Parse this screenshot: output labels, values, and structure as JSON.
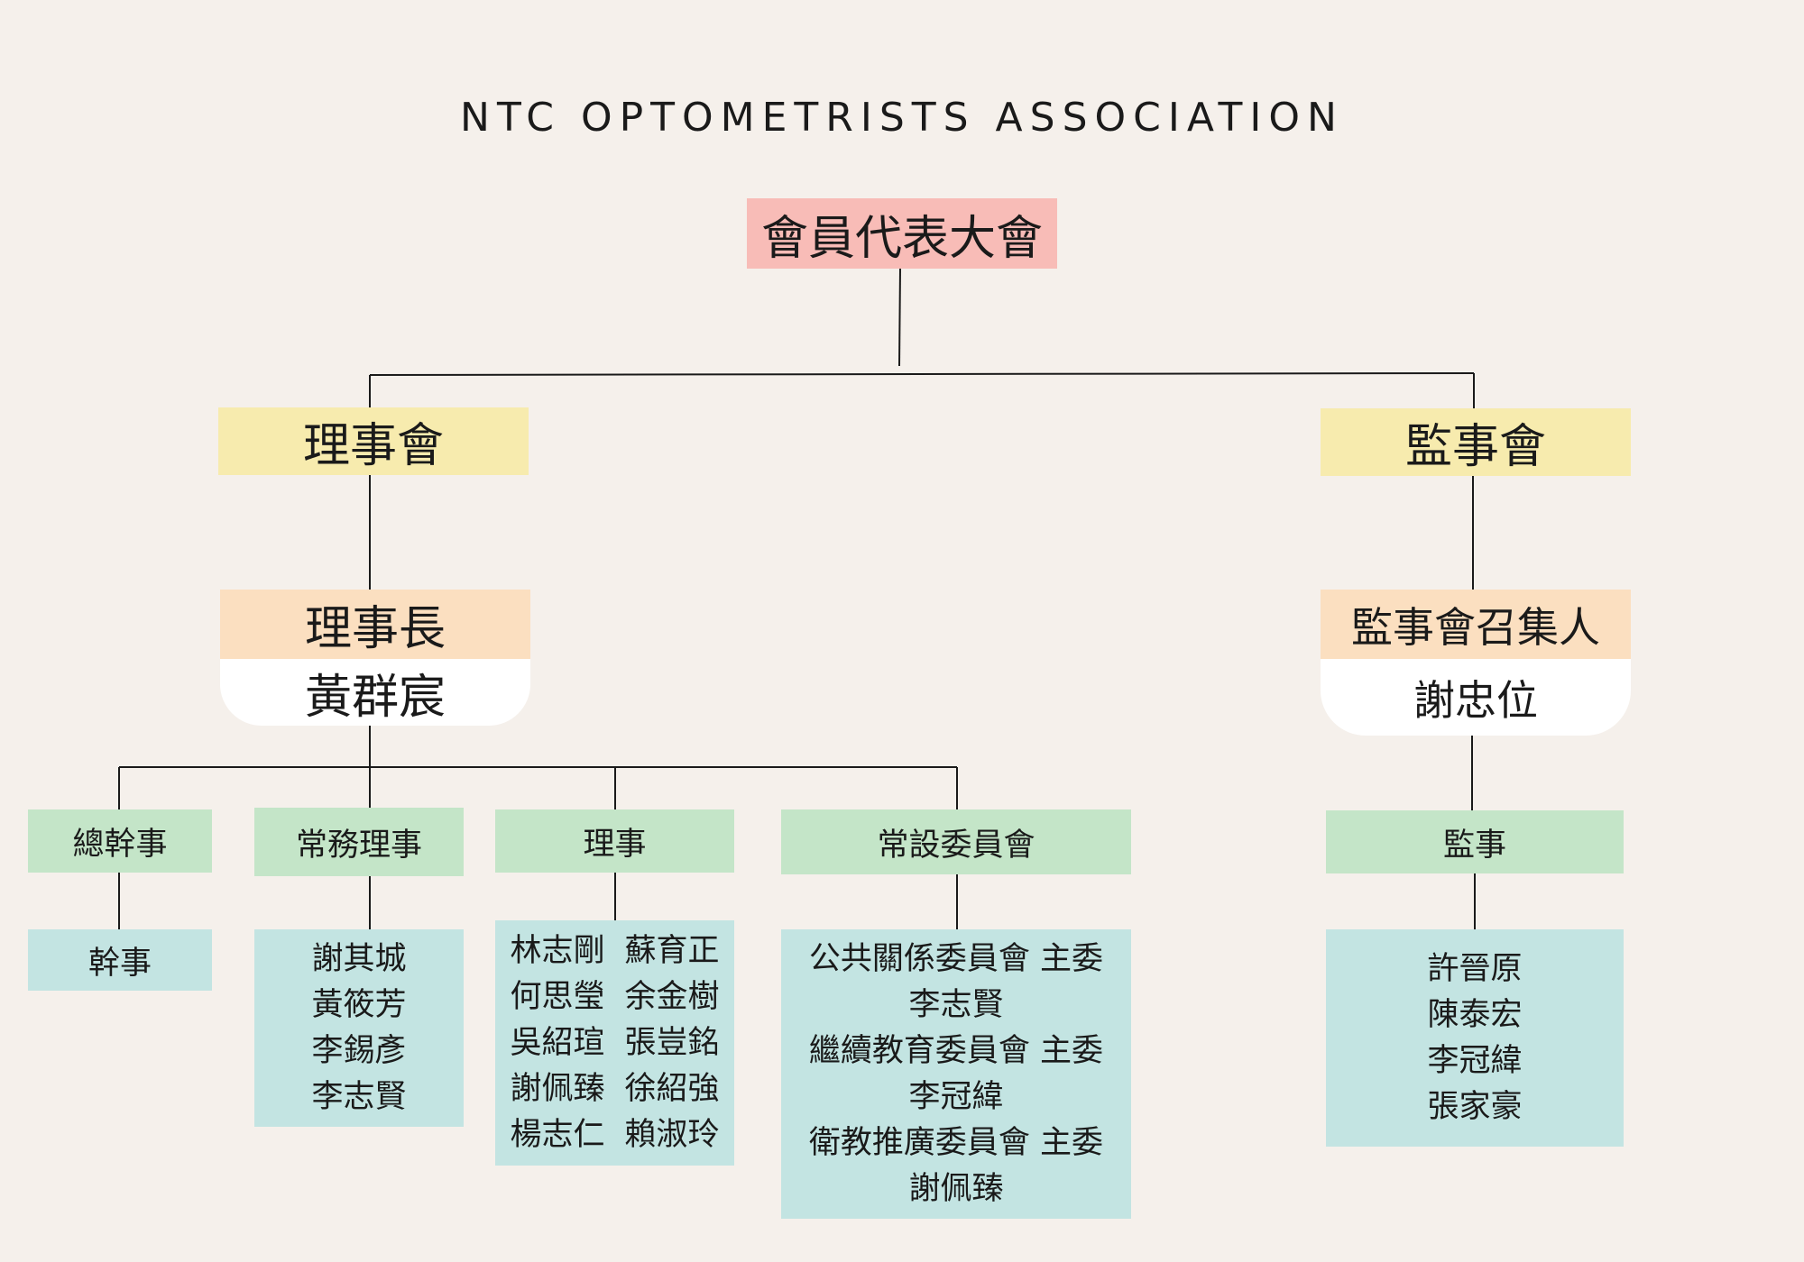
{
  "header": {
    "title": "NTC OPTOMETRISTS ASSOCIATION"
  },
  "colors": {
    "background": "#f5f0eb",
    "root": "#f8bcb7",
    "board": "#f7ebae",
    "leader": "#fbdfc0",
    "role": "#c4e5c8",
    "members": "#c3e4e2"
  },
  "nodes": {
    "root": "會員代表大會",
    "board": "理事會",
    "supervisory_board": "監事會",
    "chairman_title": "理事長",
    "chairman_name": "黃群宸",
    "convener_title": "監事會召集人",
    "convener_name": "謝忠位",
    "secretary_general": "總幹事",
    "secretary": "幹事",
    "standing_directors": "常務理事",
    "directors": "理事",
    "committees": "常設委員會",
    "supervisors": "監事"
  },
  "standing_directors_members": [
    "謝其城",
    "黃筱芳",
    "李錫彥",
    "李志賢"
  ],
  "directors_members": [
    [
      "林志剛",
      "蘇育正"
    ],
    [
      "何思瑩",
      "余金樹"
    ],
    [
      "吳紹瑄",
      "張豈銘"
    ],
    [
      "謝佩臻",
      "徐紹強"
    ],
    [
      "楊志仁",
      "賴淑玲"
    ]
  ],
  "committee_members": [
    "公共關係委員會 主委",
    "李志賢",
    "繼續教育委員會 主委",
    "李冠緯",
    "衛教推廣委員會 主委",
    "謝佩臻"
  ],
  "supervisors_members": [
    "許晉原",
    "陳泰宏",
    "李冠緯",
    "張家豪"
  ]
}
